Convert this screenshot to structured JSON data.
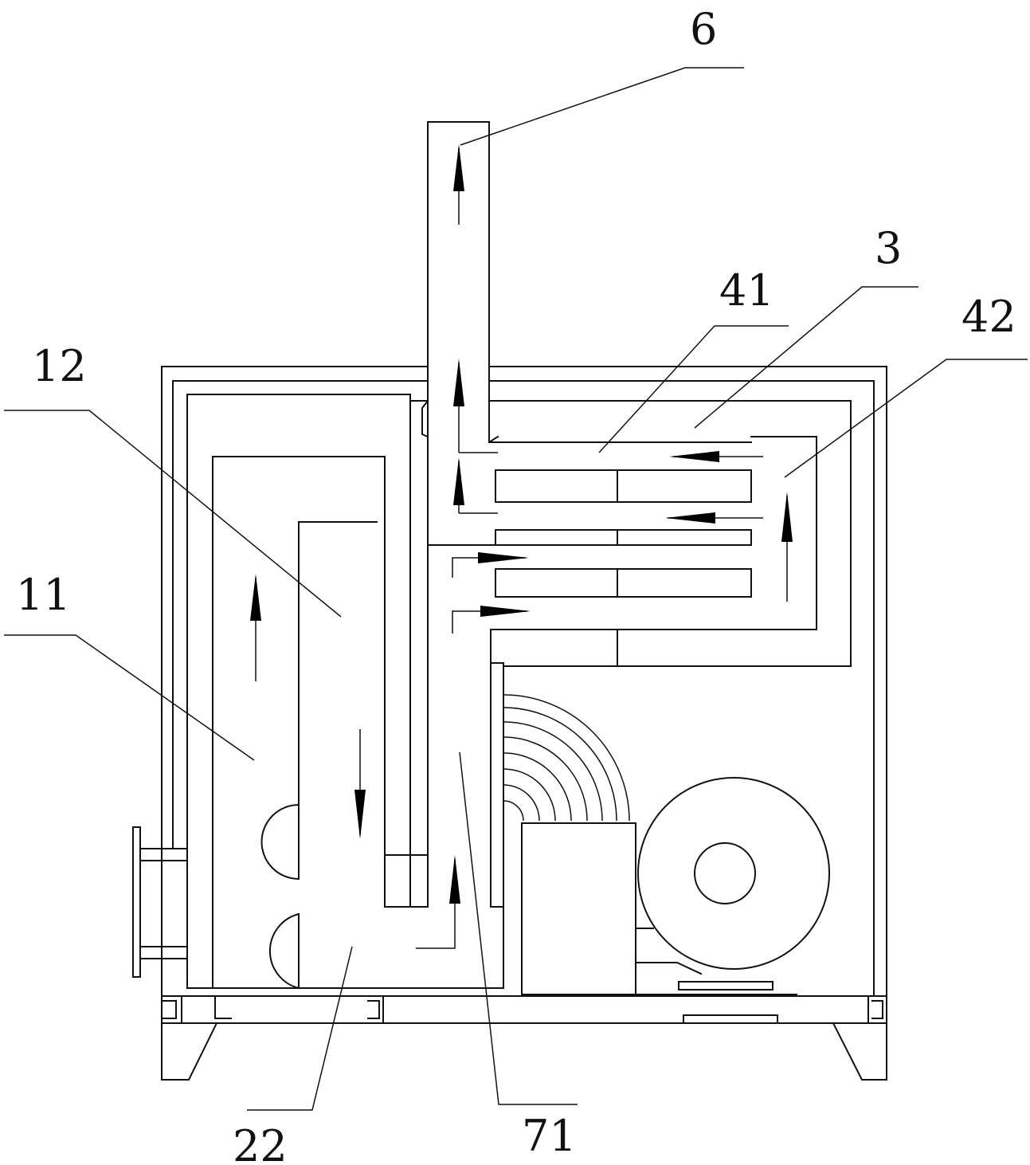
{
  "labels": {
    "l6": "6",
    "l3": "3",
    "l41": "41",
    "l42": "42",
    "l12": "12",
    "l11": "11",
    "l22": "22",
    "l71": "71"
  }
}
